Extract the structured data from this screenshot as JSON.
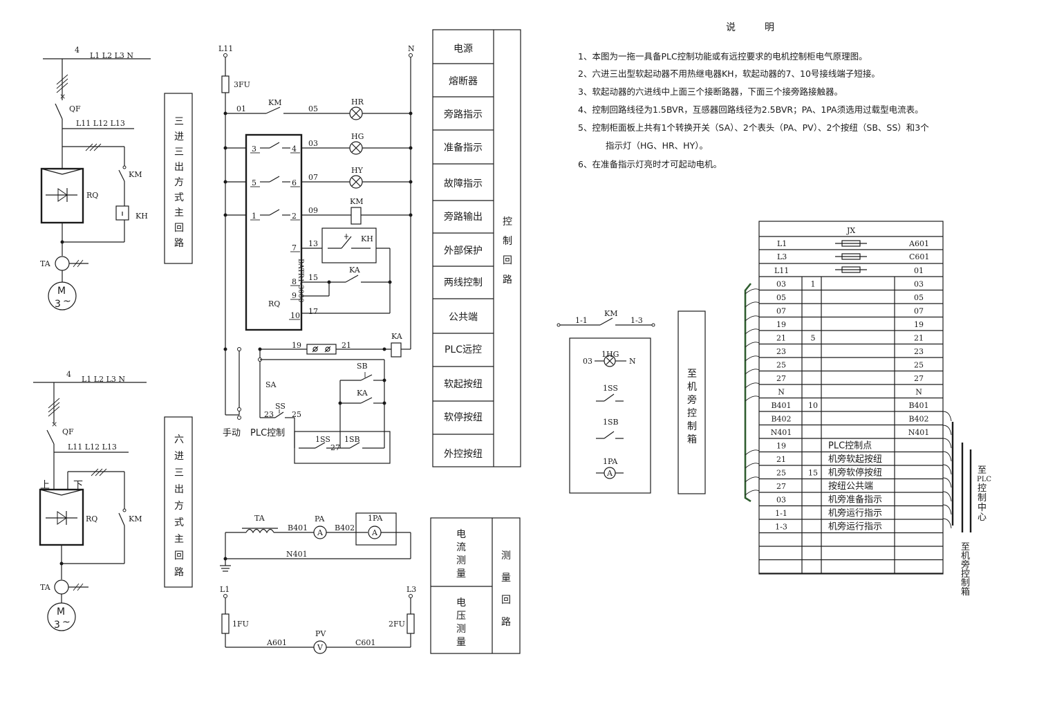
{
  "main_circuit_top": {
    "bus_count": "4",
    "bus_labels": "L1  L2  L3  N",
    "qf": "QF",
    "sub_bus": "L11  L12  L13",
    "km": "KM",
    "rq": "RQ",
    "kh": "KH",
    "ta": "TA",
    "motor_m": "M",
    "motor_3": "3",
    "motor_tilde": "~",
    "title_chars": [
      "三",
      "进",
      "三",
      "出",
      "方",
      "式",
      "主",
      "回",
      "路"
    ]
  },
  "main_circuit_bottom": {
    "bus_count": "4",
    "bus_labels": "L1  L2  L3  N",
    "qf": "QF",
    "sub_bus": "L11  L12  L13",
    "km": "KM",
    "rq": "RQ",
    "upper": "上",
    "lower": "下",
    "ta": "TA",
    "motor_m": "M",
    "motor_3": "3",
    "motor_tilde": "~",
    "title_chars": [
      "六",
      "进",
      "三",
      "出",
      "方",
      "式",
      "主",
      "回",
      "路"
    ]
  },
  "control": {
    "l11": "L11",
    "n": "N",
    "fu3": "3FU",
    "km": "KM",
    "w01": "01",
    "w05": "05",
    "hr": "HR",
    "hg": "HG",
    "hy": "HY",
    "km_coil": "KM",
    "w03": "03",
    "w07": "07",
    "w09": "09",
    "w13": "13",
    "w15": "15",
    "w17": "17",
    "w19": "19",
    "w21": "21",
    "w23": "23",
    "w25": "25",
    "w27": "27",
    "kh": "KH",
    "ka": "KA",
    "ka_coil": "KA",
    "sb": "SB",
    "ka2": "KA",
    "sa": "SA",
    "ss": "SS",
    "ss1": "1SS",
    "sb1": "1SB",
    "manual": "手动",
    "plc": "PLC控制",
    "rq_model": "BATR1-3000",
    "rq": "RQ",
    "pins": [
      "3",
      "4",
      "5",
      "6",
      "1",
      "2",
      "7",
      "8",
      "9",
      "10"
    ]
  },
  "func_table": {
    "rows": [
      "电源",
      "熔断器",
      "旁路指示",
      "准备指示",
      "故障指示",
      "旁路输出",
      "外部保护",
      "两线控制",
      "公共端",
      "PLC远控",
      "软起按纽",
      "软停按纽",
      "外控按纽"
    ],
    "side_chars": [
      "控",
      "制",
      "回",
      "路"
    ]
  },
  "measure": {
    "ta": "TA",
    "pa": "PA",
    "pa1": "1PA",
    "b401": "B401",
    "b402": "B402",
    "n401": "N401",
    "a_sym": "A",
    "l1": "L1",
    "l3": "L3",
    "fu1": "1FU",
    "fu2": "2FU",
    "pv": "PV",
    "v_sym": "V",
    "a601": "A601",
    "c601": "C601",
    "table_left": [
      [
        "电",
        "流",
        "测",
        "量"
      ],
      [
        "电",
        "压",
        "测",
        "量"
      ]
    ],
    "table_right": [
      "测",
      "量",
      "回",
      "路"
    ]
  },
  "notes": {
    "title": "说　　　明",
    "items": [
      "1、本图为一拖一具备PLC控制功能或有远控要求的电机控制柜电气原理图。",
      "2、六进三出型软起动器不用热继电器KH，软起动器的7、10号接线端子短接。",
      "3、软起动器的六进线中上面三个接断路器，下面三个接旁路接触器。",
      "4、控制回路线径为1.5BVR，互感器回路线径为2.5BVR；PA、1PA须选用过载型电流表。",
      "5、控制柜面板上共有1个转换开关（SA）、2个表头（PA、PV）、2个按纽（SB、SS）和3个",
      "指示灯（HG、HR、HY）。",
      "6、在准备指示灯亮时才可起动电机。"
    ]
  },
  "bypass_box": {
    "km": "KM",
    "t11": "1-1",
    "t13": "1-3",
    "hg1": "1HG",
    "w03": "03",
    "n": "N",
    "ss1": "1SS",
    "sb1": "1SB",
    "pa1": "1PA",
    "a_sym": "A",
    "side_chars": [
      "至",
      "机",
      "旁",
      "控",
      "制",
      "箱"
    ]
  },
  "terminal": {
    "title": "JX",
    "fuse_rows": [
      [
        "L1",
        "A601"
      ],
      [
        "L3",
        "C601"
      ],
      [
        "L11",
        "01"
      ]
    ],
    "rows": [
      [
        "03",
        "1",
        "",
        "03"
      ],
      [
        "05",
        "",
        "",
        "05"
      ],
      [
        "07",
        "",
        "",
        "07"
      ],
      [
        "19",
        "",
        "",
        "19"
      ],
      [
        "21",
        "5",
        "",
        "21"
      ],
      [
        "23",
        "",
        "",
        "23"
      ],
      [
        "25",
        "",
        "",
        "25"
      ],
      [
        "27",
        "",
        "",
        "27"
      ],
      [
        "N",
        "",
        "",
        "N"
      ],
      [
        "B401",
        "10",
        "",
        "B401"
      ],
      [
        "B402",
        "",
        "",
        "B402"
      ],
      [
        "N401",
        "",
        "",
        "N401"
      ],
      [
        "19",
        "",
        "PLC控制点",
        ""
      ],
      [
        "21",
        "",
        "机旁软起按纽",
        ""
      ],
      [
        "25",
        "15",
        "机旁软停按纽",
        ""
      ],
      [
        "27",
        "",
        "按纽公共端",
        ""
      ],
      [
        "03",
        "",
        "机旁准备指示",
        ""
      ],
      [
        "1-1",
        "",
        "机旁运行指示",
        ""
      ],
      [
        "1-3",
        "",
        "机旁运行指示",
        ""
      ],
      [
        "",
        "",
        "",
        ""
      ],
      [
        "",
        "",
        "",
        ""
      ],
      [
        "",
        "",
        "",
        ""
      ]
    ],
    "to_plc": [
      "至",
      "PLC",
      "控",
      "制",
      "中",
      "心"
    ],
    "to_box": [
      "至",
      "机",
      "旁",
      "控",
      "制",
      "箱"
    ]
  }
}
